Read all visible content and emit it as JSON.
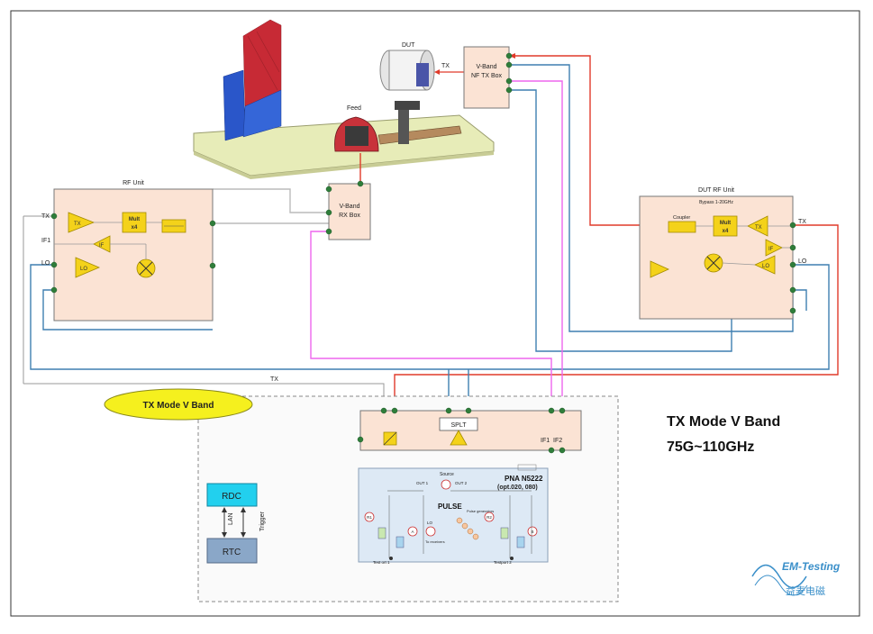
{
  "diagram": {
    "title_line1": "TX Mode V Band",
    "title_line2": "75G~110GHz",
    "mode_ellipse_label": "TX Mode V Band",
    "logo_text": "EM-Testing",
    "logo_cn": "益麦电磁",
    "labels": {
      "dut": "DUT",
      "feed": "Feed",
      "tx_arrow": "TX",
      "nf_tx_box_line1": "V-Band",
      "nf_tx_box_line2": "NF TX Box",
      "rx_box_line1": "V-Band",
      "rx_box_line2": "RX Box",
      "rf_unit": "RF Unit",
      "rf_tx": "TX",
      "rf_if1": "IF1",
      "rf_lo": "LO",
      "rf_amp_tx": "TX",
      "rf_amp_if": "IF",
      "rf_amp_lo": "LO",
      "rf_mult_line1": "Mult",
      "rf_mult_line2": "x4",
      "dut_rf_unit": "DUT RF Unit",
      "dut_bypass": "Bypass 1-20GHz",
      "coupler": "Coupler",
      "dut_mult_line1": "Mult",
      "dut_mult_line2": "x4",
      "dut_amp_tx": "TX",
      "dut_amp_if": "IF",
      "dut_amp_lo": "LO",
      "dut_tx": "TX",
      "dut_lo": "LO",
      "bus_tx": "TX",
      "splt": "SPLT",
      "if1": "IF1",
      "if2": "IF2",
      "rdc": "RDC",
      "rtc": "RTC",
      "lan": "LAN",
      "trigger": "Trigger",
      "pna_line1": "PNA N5222",
      "pna_line2": "(opt.020, 080)",
      "pulse": "PULSE",
      "source": "Source",
      "r1": "R1",
      "r2": "R2",
      "a": "A",
      "b": "B",
      "test_port1": "Test    ort 1",
      "test_port2": "Testport 2",
      "out1": "OUT 1",
      "out2": "OUT 2",
      "lo_small": "LO",
      "to_receivers": "To receivers",
      "pulse_generators": "Pulse generators"
    }
  }
}
